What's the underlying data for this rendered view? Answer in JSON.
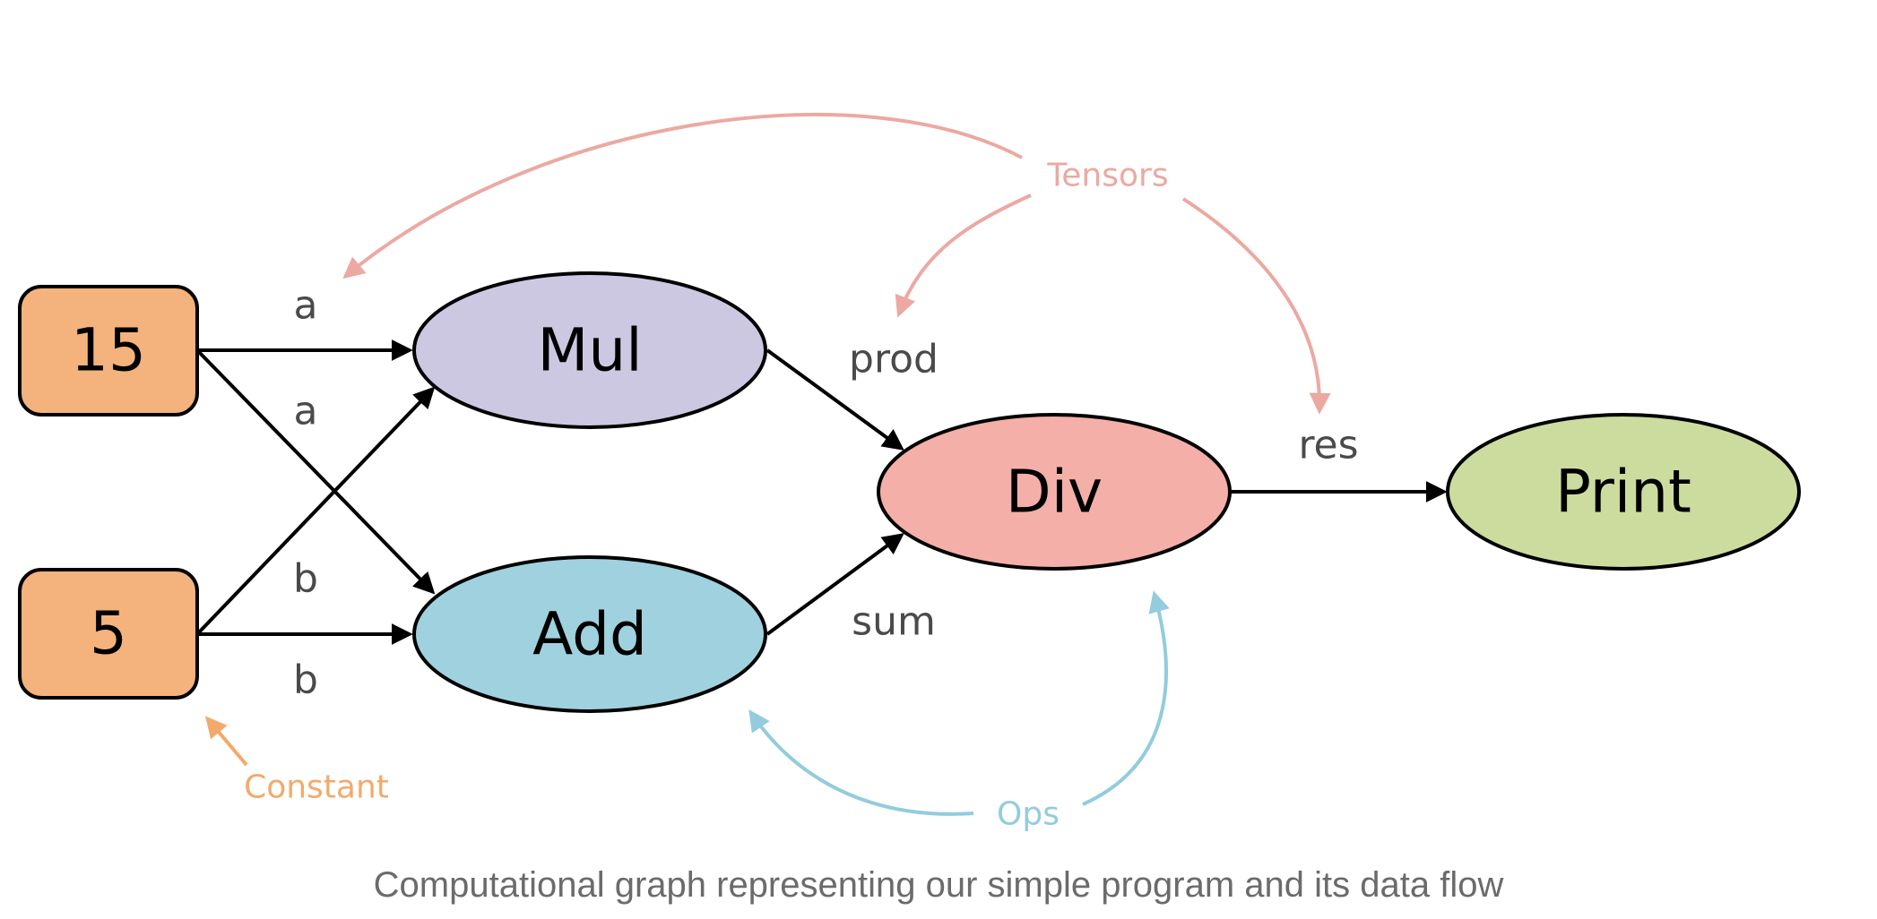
{
  "diagram": {
    "constants": [
      {
        "id": "c15",
        "label": "15"
      },
      {
        "id": "c5",
        "label": "5"
      }
    ],
    "ops": [
      {
        "id": "mul",
        "label": "Mul"
      },
      {
        "id": "add",
        "label": "Add"
      },
      {
        "id": "div",
        "label": "Div"
      },
      {
        "id": "print",
        "label": "Print"
      }
    ],
    "edges": [
      {
        "from": "15",
        "to": "Mul",
        "label": "a"
      },
      {
        "from": "15",
        "to": "Add",
        "label": "a"
      },
      {
        "from": "5",
        "to": "Mul",
        "label": "b"
      },
      {
        "from": "5",
        "to": "Add",
        "label": "b"
      },
      {
        "from": "Mul",
        "to": "Div",
        "label": "prod"
      },
      {
        "from": "Add",
        "to": "Div",
        "label": "sum"
      },
      {
        "from": "Div",
        "to": "Print",
        "label": "res"
      }
    ],
    "annotations": {
      "tensors": "Tensors",
      "ops": "Ops",
      "constant": "Constant"
    }
  },
  "colors": {
    "constant_fill": "#F4B37C",
    "mul_fill": "#CDC8E2",
    "add_fill": "#9FD2DE",
    "div_fill": "#F3AFA8",
    "print_fill": "#CCDC9E",
    "tensors_annotation": "#EBA9A2",
    "ops_annotation": "#93CCDC",
    "constant_annotation": "#F2AA6C"
  },
  "caption": "Computational graph representing our simple program and its data flow"
}
